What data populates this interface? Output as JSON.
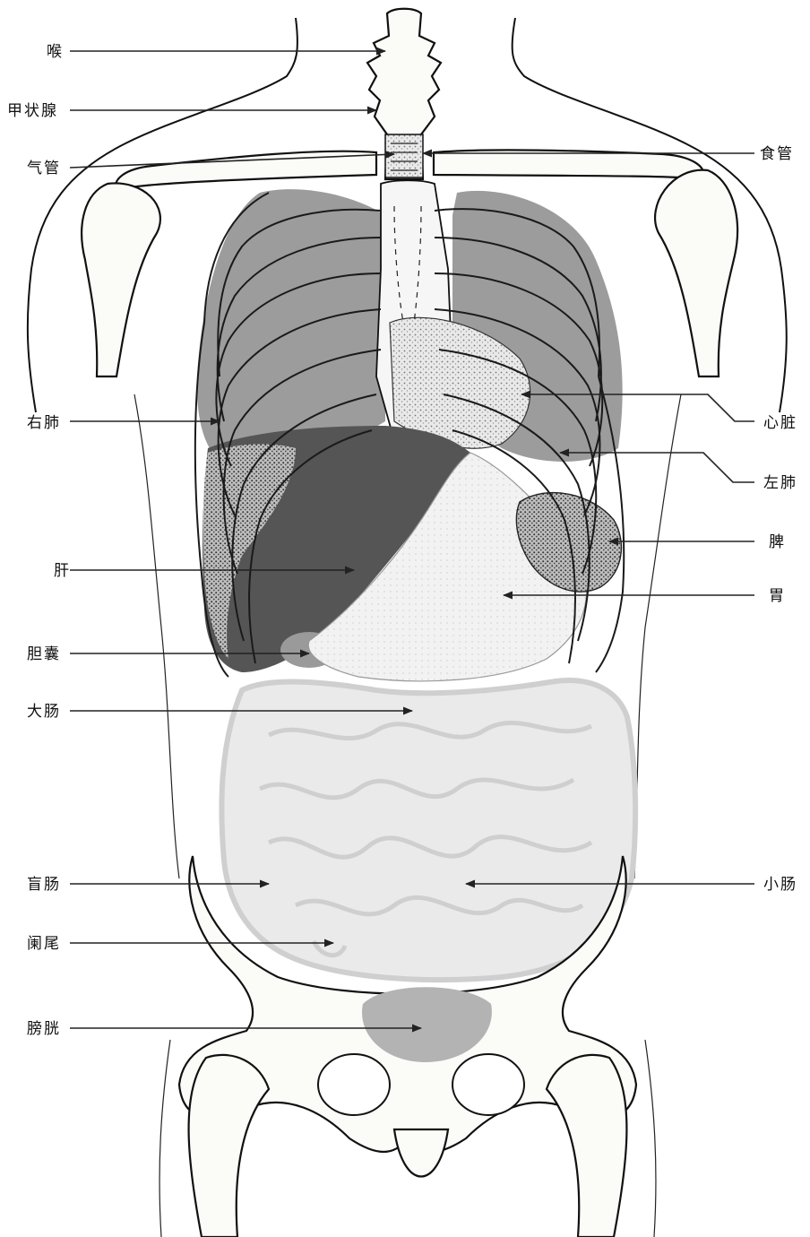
{
  "labels": {
    "larynx": "喉",
    "thyroid": "甲状腺",
    "trachea": "气管",
    "esophagus": "食管",
    "right_lung": "右肺",
    "heart": "心脏",
    "left_lung": "左肺",
    "spleen": "脾",
    "liver": "肝",
    "stomach": "胃",
    "gallbladder": "胆囊",
    "large_intestine": "大肠",
    "cecum": "盲肠",
    "small_intestine": "小肠",
    "appendix": "阑尾",
    "bladder": "膀胱"
  },
  "colors": {
    "lung": "#9c9c9c",
    "liver": "#555555",
    "heart": "#8a8a8a",
    "stomach": "#ededed",
    "intestine": "#e6e6e6",
    "bladder": "#b3b3b3",
    "outline": "#111111"
  }
}
